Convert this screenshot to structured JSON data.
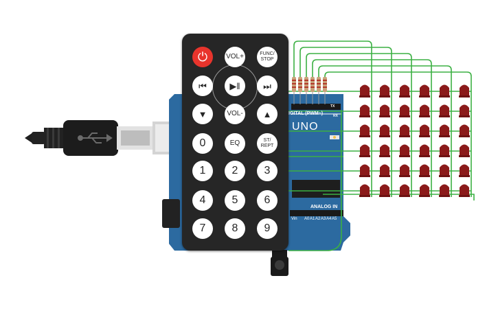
{
  "arduino": {
    "model_label": "UNO",
    "digital_header_label": "IGITAL (PWM~)",
    "tx_label": "TX",
    "rx_label": "RX",
    "analog_header_label": "ANALOG IN",
    "analog_pins": [
      "A0",
      "A1",
      "A2",
      "A3",
      "A4",
      "A5"
    ],
    "power_pin_label": "Vin",
    "board_color": "#2c6aa0"
  },
  "remote": {
    "buttons": [
      {
        "id": "power",
        "label": "⏻",
        "icon": "power-icon"
      },
      {
        "id": "vol-up",
        "label": "VOL+"
      },
      {
        "id": "func-stop",
        "label": "FUNC/\nSTOP"
      },
      {
        "id": "prev",
        "label": "⏮",
        "icon": "skip-back-icon"
      },
      {
        "id": "play-pause",
        "label": "▶‖",
        "icon": "play-pause-icon"
      },
      {
        "id": "next",
        "label": "⏭",
        "icon": "skip-forward-icon"
      },
      {
        "id": "down",
        "label": "▼",
        "icon": "arrow-down-icon"
      },
      {
        "id": "vol-down",
        "label": "VOL-"
      },
      {
        "id": "up",
        "label": "▲",
        "icon": "arrow-up-icon"
      },
      {
        "id": "zero",
        "label": "0"
      },
      {
        "id": "eq",
        "label": "EQ"
      },
      {
        "id": "st-rept",
        "label": "ST/\nREPT"
      },
      {
        "id": "one",
        "label": "1"
      },
      {
        "id": "two",
        "label": "2"
      },
      {
        "id": "three",
        "label": "3"
      },
      {
        "id": "four",
        "label": "4"
      },
      {
        "id": "five",
        "label": "5"
      },
      {
        "id": "six",
        "label": "6"
      },
      {
        "id": "seven",
        "label": "7"
      },
      {
        "id": "eight",
        "label": "8"
      },
      {
        "id": "nine",
        "label": "9"
      }
    ],
    "power_color": "#e8342c"
  },
  "led_matrix": {
    "rows": 6,
    "columns": 6,
    "led_color": "#8b1a1a"
  },
  "colors": {
    "wire": "#3cb043",
    "board": "#2c6aa0",
    "led": "#8b1a1a",
    "remote_body": "#262626"
  }
}
